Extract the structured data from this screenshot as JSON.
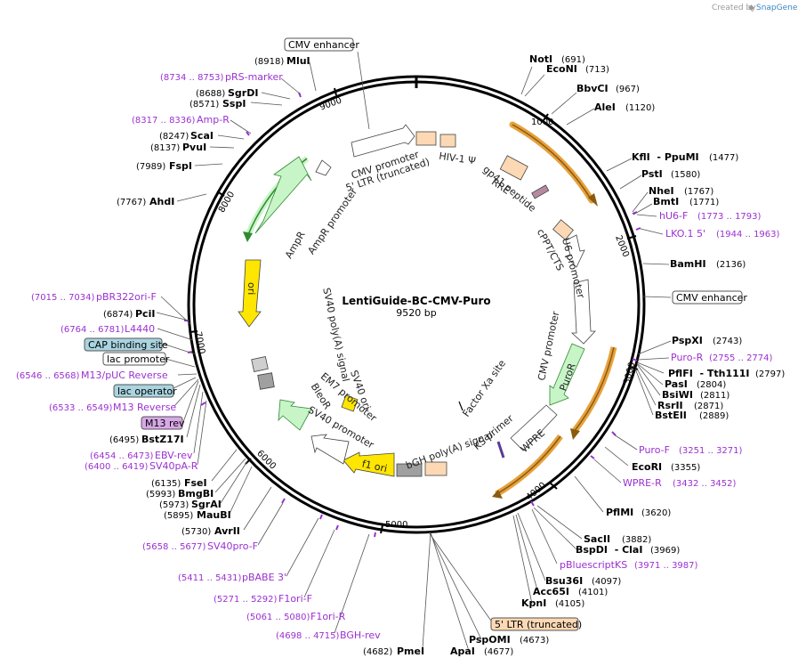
{
  "credit": {
    "prefix": "Created by",
    "brand": "SnapGene"
  },
  "plasmid": {
    "name": "LentiGuide-BC-CMV-Puro",
    "size": "9520 bp"
  },
  "ruler": [
    "1000",
    "2000",
    "3000",
    "4000",
    "5000",
    "6000",
    "7000",
    "8000",
    "9000"
  ],
  "enzymes_right": [
    {
      "name": "NotI",
      "pos": "(691)"
    },
    {
      "name": "EcoNI",
      "pos": "(713)"
    },
    {
      "name": "BbvCI",
      "pos": "(967)"
    },
    {
      "name": "AleI",
      "pos": "(1120)"
    },
    {
      "name": "KflI  - PpuMI",
      "pos": "(1477)"
    },
    {
      "name": "PstI",
      "pos": "(1580)"
    },
    {
      "name": "NheI",
      "pos": "(1767)"
    },
    {
      "name": "BmtI",
      "pos": "(1771)"
    },
    {
      "name": "BamHI",
      "pos": "(2136)"
    },
    {
      "name": "PspXI",
      "pos": "(2743)"
    },
    {
      "name": "PflFI  - Tth111I",
      "pos": "(2797)"
    },
    {
      "name": "PasI",
      "pos": "(2804)"
    },
    {
      "name": "BsiWI",
      "pos": "(2811)"
    },
    {
      "name": "RsrII",
      "pos": "(2871)"
    },
    {
      "name": "BstEII",
      "pos": "(2889)"
    },
    {
      "name": "EcoRI",
      "pos": "(3355)"
    },
    {
      "name": "PflMI",
      "pos": "(3620)"
    },
    {
      "name": "SacII",
      "pos": "(3882)"
    },
    {
      "name": "BspDI  - ClaI",
      "pos": "(3969)"
    },
    {
      "name": "Bsu36I",
      "pos": "(4097)"
    },
    {
      "name": "Acc65I",
      "pos": "(4101)"
    },
    {
      "name": "KpnI",
      "pos": "(4105)"
    },
    {
      "name": "PspOMI",
      "pos": "(4673)"
    },
    {
      "name": "ApaI",
      "pos": "(4677)"
    }
  ],
  "enzymes_left": [
    {
      "name": "MluI",
      "pos": "(8918)"
    },
    {
      "name": "SgrDI",
      "pos": "(8688)"
    },
    {
      "name": "SspI",
      "pos": "(8571)"
    },
    {
      "name": "ScaI",
      "pos": "(8247)"
    },
    {
      "name": "PvuI",
      "pos": "(8137)"
    },
    {
      "name": "FspI",
      "pos": "(7989)"
    },
    {
      "name": "AhdI",
      "pos": "(7767)"
    },
    {
      "name": "PciI",
      "pos": "(6874)"
    },
    {
      "name": "BstZ17I",
      "pos": "(6495)"
    },
    {
      "name": "FseI",
      "pos": "(6135)"
    },
    {
      "name": "BmgBI",
      "pos": "(5993)"
    },
    {
      "name": "SgrAI",
      "pos": "(5973)"
    },
    {
      "name": "MauBI",
      "pos": "(5895)"
    },
    {
      "name": "AvrII",
      "pos": "(5730)"
    },
    {
      "name": "PmeI",
      "pos": "(4682)"
    }
  ],
  "primers_right": [
    {
      "name": "hU6-F",
      "pos": "(1773 .. 1793)"
    },
    {
      "name": "LKO.1 5'",
      "pos": "(1944 .. 1963)"
    },
    {
      "name": "Puro-R",
      "pos": "(2755 .. 2774)"
    },
    {
      "name": "Puro-F",
      "pos": "(3251 .. 3271)"
    },
    {
      "name": "WPRE-R",
      "pos": "(3432 .. 3452)"
    },
    {
      "name": "pBluescriptKS",
      "pos": "(3971 .. 3987)"
    }
  ],
  "primers_left": [
    {
      "name": "pRS-marker",
      "pos": "(8734 .. 8753)"
    },
    {
      "name": "Amp-R",
      "pos": "(8317 .. 8336)"
    },
    {
      "name": "pBR322ori-F",
      "pos": "(7015 .. 7034)"
    },
    {
      "name": "L4440",
      "pos": "(6764 .. 6781)"
    },
    {
      "name": "M13/pUC Reverse",
      "pos": "(6546 .. 6568)"
    },
    {
      "name": "M13 Reverse",
      "pos": "(6533 .. 6549)"
    },
    {
      "name": "EBV-rev",
      "pos": "(6454 .. 6473)"
    },
    {
      "name": "SV40pA-R",
      "pos": "(6400 .. 6419)"
    },
    {
      "name": "SV40pro-F",
      "pos": "(5658 .. 5677)"
    },
    {
      "name": "pBABE 3'",
      "pos": "(5411 .. 5431)"
    },
    {
      "name": "F1ori-F",
      "pos": "(5271 .. 5292)"
    },
    {
      "name": "F1ori-R",
      "pos": "(5061 .. 5080)"
    },
    {
      "name": "BGH-rev",
      "pos": "(4698 .. 4715)"
    }
  ],
  "boxed": {
    "cmv_top": "CMV enhancer",
    "cmv_right": "CMV enhancer",
    "cap": "CAP binding site",
    "lac_promoter": "lac promoter",
    "lac_operator": "lac operator",
    "m13_rev": "M13 rev",
    "ltr5": "5' LTR (truncated)"
  },
  "features": {
    "cmv_promoter_top": "CMV promoter",
    "ltr5_trunc": "5' LTR (truncated)",
    "hiv_psi": "HIV-1 Ψ",
    "rre": "RRE",
    "gp41": "gp41 peptide",
    "cppt": "cPPT/CTS",
    "u6": "U6 promoter",
    "cmv_promoter_right": "CMV promoter",
    "puror": "PuroR",
    "wpre": "WPRE",
    "factor_xa": "Factor Xa site",
    "ks_primer": "KS primer",
    "bgh": "bGH poly(A) signal",
    "f1ori": "f1 ori",
    "sv40_promoter": "SV40 promoter",
    "em7": "EM7 promoter",
    "bleor": "BleoR",
    "sv40_ori": "SV40 ori",
    "sv40_pa": "SV40 poly(A) signal",
    "ori": "ori",
    "ampr": "AmpR",
    "ampr_promoter": "AmpR promoter"
  },
  "colors": {
    "orange_arrow": "#e7a13d",
    "green_feat": "#c8f5c8",
    "green_dark": "#2f8a2f",
    "yellow": "#ffe600",
    "peach": "#fcd9b4",
    "gray": "#a0a0a0",
    "primer": "#9b30d0",
    "box_blue": "#a9d4e0",
    "box_purple": "#d9a8e8"
  }
}
